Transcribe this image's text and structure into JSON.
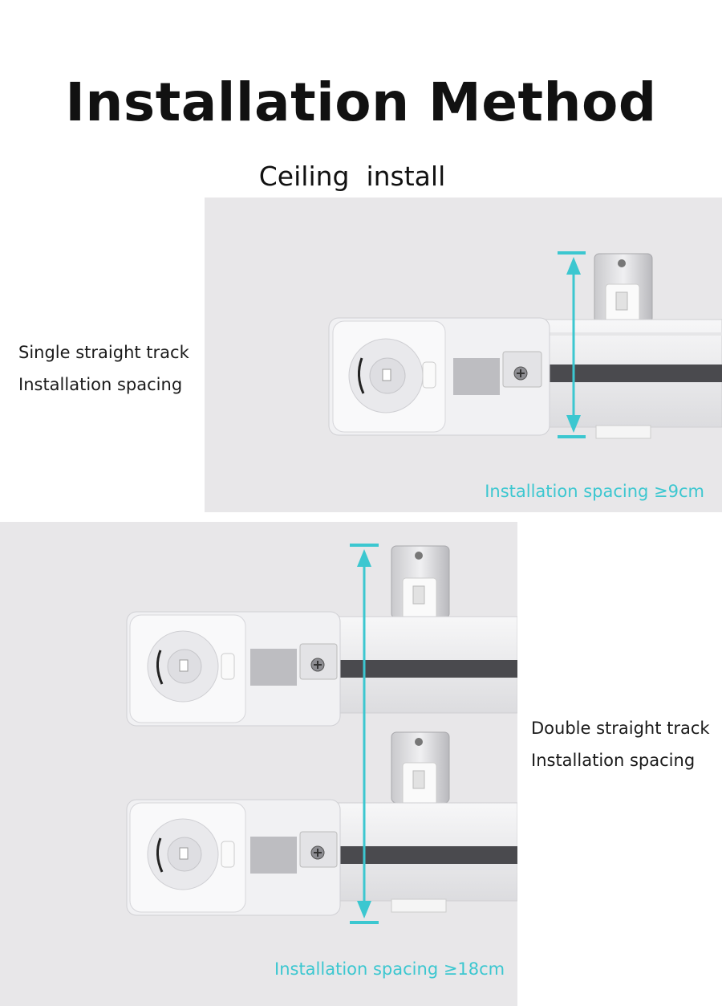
{
  "header": {
    "title": "Installation Method",
    "subtitle": "Ceiling  install"
  },
  "single": {
    "label_line1": "Single straight track",
    "label_line2": "Installation spacing",
    "spacing_text": "Installation spacing ≥9cm"
  },
  "double": {
    "label_line1": "Double straight track",
    "label_line2": "Installation spacing",
    "spacing_text": "Installation spacing ≥18cm"
  },
  "colors": {
    "accent": "#3cc7d0",
    "panel_background": "#e8e7e9"
  }
}
